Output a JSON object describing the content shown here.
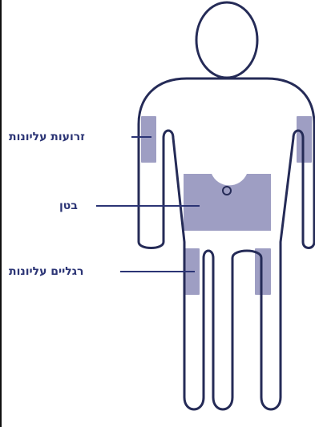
{
  "colors": {
    "outline": "#252b57",
    "zone_fill": "#9e9ec3",
    "label_text": "#2b3475",
    "leader_line": "#2b3475",
    "border": "#111111"
  },
  "labels": {
    "upper_arms": "זרועות עליונות",
    "abdomen": "בטן",
    "upper_legs": "רגליים עליונות"
  }
}
